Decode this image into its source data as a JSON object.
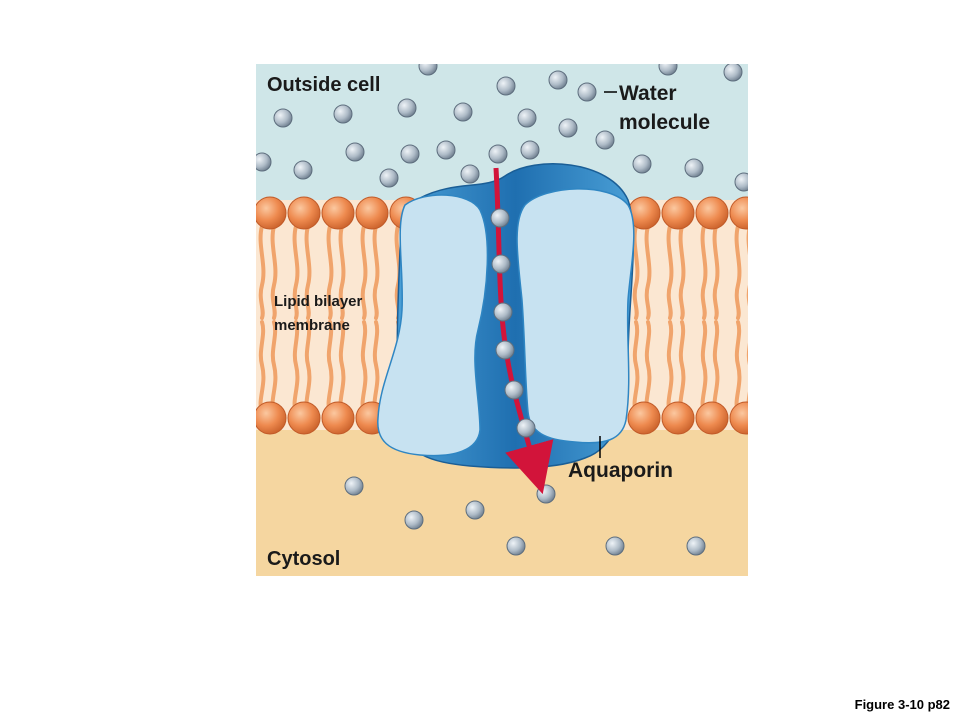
{
  "labels": {
    "outside": "Outside cell",
    "water_line1": "Water",
    "water_line2": "molecule",
    "membrane_line1": "Lipid bilayer",
    "membrane_line2": "membrane",
    "aquaporin": "Aquaporin",
    "cytosol": "Cytosol"
  },
  "caption": "Figure 3-10 p82",
  "colors": {
    "outside": "#cfe6e8",
    "cytosol": "#f5d6a0",
    "lipid_head": "#ee8a4f",
    "lipid_tail": "#f0a46c",
    "protein_light": "#c7e2f1",
    "protein_dark": "#2f86c3",
    "arrow": "#d2143a",
    "water": "#a8b4c0"
  }
}
